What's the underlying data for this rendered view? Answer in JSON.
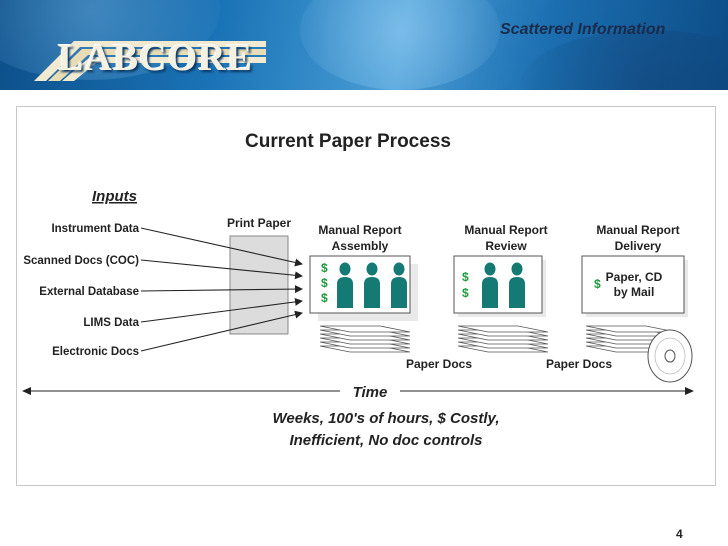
{
  "slide": {
    "title": "Scattered Information",
    "page_number": "4",
    "logo_text": "LABCORE"
  },
  "diagram": {
    "heading": "Current Paper Process",
    "inputs_label": "Inputs",
    "inputs": [
      "Instrument Data",
      "Scanned Docs (COC)",
      "External Database",
      "LIMS Data",
      "Electronic Docs"
    ],
    "print_paper_label": "Print Paper",
    "stages": [
      {
        "line1": "Manual Report",
        "line2": "Assembly"
      },
      {
        "line1": "Manual Report",
        "line2": "Review"
      },
      {
        "line1": "Manual Report",
        "line2": "Delivery"
      }
    ],
    "delivery_box": {
      "line1": "Paper, CD",
      "line2": "by Mail"
    },
    "dollar": "$",
    "paper_docs_labels": [
      "Paper Docs",
      "Paper Docs"
    ],
    "time_label": "Time",
    "caption_line1": "Weeks, 100's of hours, $ Costly,",
    "caption_line2": "Inefficient, No doc controls"
  },
  "colors": {
    "header_blue": "#1a73b6",
    "person_teal": "#157a73",
    "dollar_green": "#1e9a3c"
  }
}
